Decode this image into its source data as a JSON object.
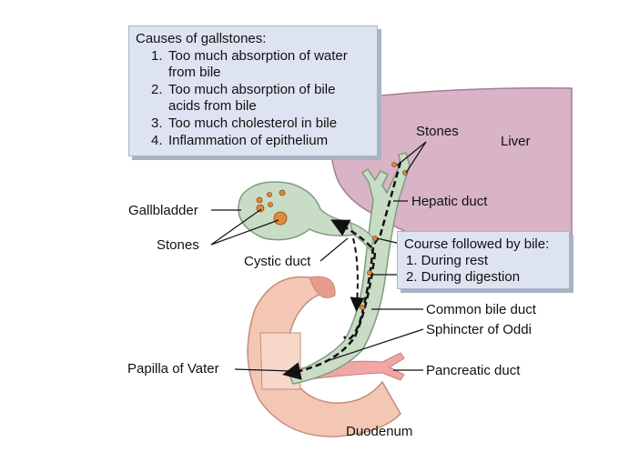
{
  "causes": {
    "title": "Causes of gallstones:",
    "items": [
      {
        "num": "1.",
        "line1": "Too much absorption of water",
        "line2": "from bile"
      },
      {
        "num": "2.",
        "line1": "Too much absorption of bile",
        "line2": "acids from bile"
      },
      {
        "num": "3.",
        "line1": "Too much cholesterol in bile",
        "line2": ""
      },
      {
        "num": "4.",
        "line1": "Inflammation of epithelium",
        "line2": ""
      }
    ]
  },
  "course": {
    "title": "Course followed by bile:",
    "items": [
      "1. During rest",
      "2. During digestion"
    ]
  },
  "labels": {
    "stones_top": "Stones",
    "liver": "Liver",
    "hepatic_duct": "Hepatic duct",
    "gallbladder": "Gallbladder",
    "stones_left": "Stones",
    "cystic_duct": "Cystic duct",
    "common_bile_duct": "Common bile duct",
    "sphincter": "Sphincter of Oddi",
    "papilla": "Papilla of Vater",
    "pancreatic_duct": "Pancreatic duct",
    "duodenum": "Duodenum"
  },
  "colors": {
    "liver": "#d8b4c6",
    "liver_stroke": "#a87c95",
    "duct": "#c9dcc6",
    "duct_stroke": "#7f9c7f",
    "duodenum": "#f4c6b4",
    "duodenum_stroke": "#c48c7c",
    "pancreatic": "#f1a6a6",
    "stone": "#e08a3a"
  }
}
